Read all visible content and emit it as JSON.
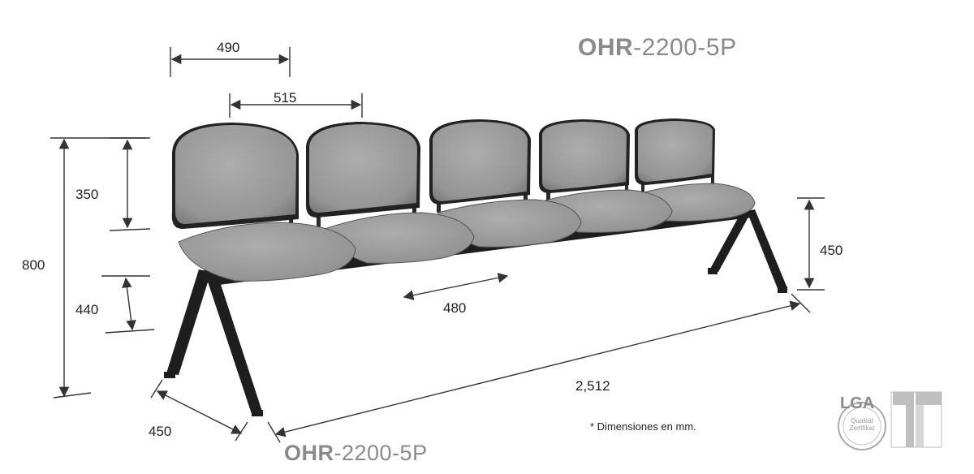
{
  "model": {
    "prefix": "OHR",
    "suffix": "-2200-5P"
  },
  "dimensions": {
    "seat_width": "490",
    "seat_pitch": "515",
    "backrest_height": "350",
    "total_height": "800",
    "seat_floor_height_side": "440",
    "seat_depth": "480",
    "total_length": "2,512",
    "seat_height": "450",
    "leg_depth": "450"
  },
  "note": "* Dimensiones en mm.",
  "certification": {
    "label": "LGA",
    "seal_text": "Qualität Zertifikat"
  },
  "colors": {
    "upholstery": "#9a9a9a",
    "frame": "#1e1e1e",
    "dimension_line": "#333333",
    "model_text": "#8a8a8a"
  }
}
